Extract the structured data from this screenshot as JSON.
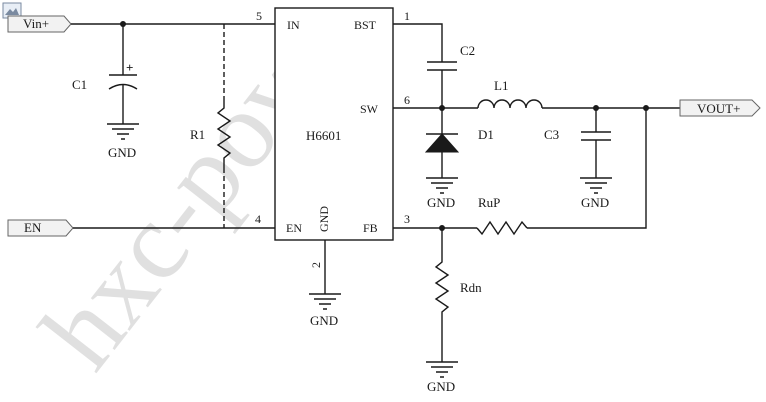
{
  "watermark": "hxc-pow",
  "ports": {
    "vin": "Vin+",
    "en": "EN",
    "vout": "VOUT+"
  },
  "ic": {
    "name": "H6601",
    "pins": {
      "in": "IN",
      "in_num": "5",
      "bst": "BST",
      "bst_num": "1",
      "sw": "SW",
      "sw_num": "6",
      "en": "EN",
      "en_num": "4",
      "fb": "FB",
      "fb_num": "3",
      "gnd": "GND",
      "gnd_num": "2"
    }
  },
  "components": {
    "c1": "C1",
    "r1": "R1",
    "c2": "C2",
    "l1": "L1",
    "d1": "D1",
    "c3": "C3",
    "rup": "RuP",
    "rdn": "Rdn",
    "cap_polarity": "+"
  },
  "grounds": {
    "c1": "GND",
    "d1": "GND",
    "c3": "GND",
    "ic": "GND",
    "rdn": "GND"
  }
}
